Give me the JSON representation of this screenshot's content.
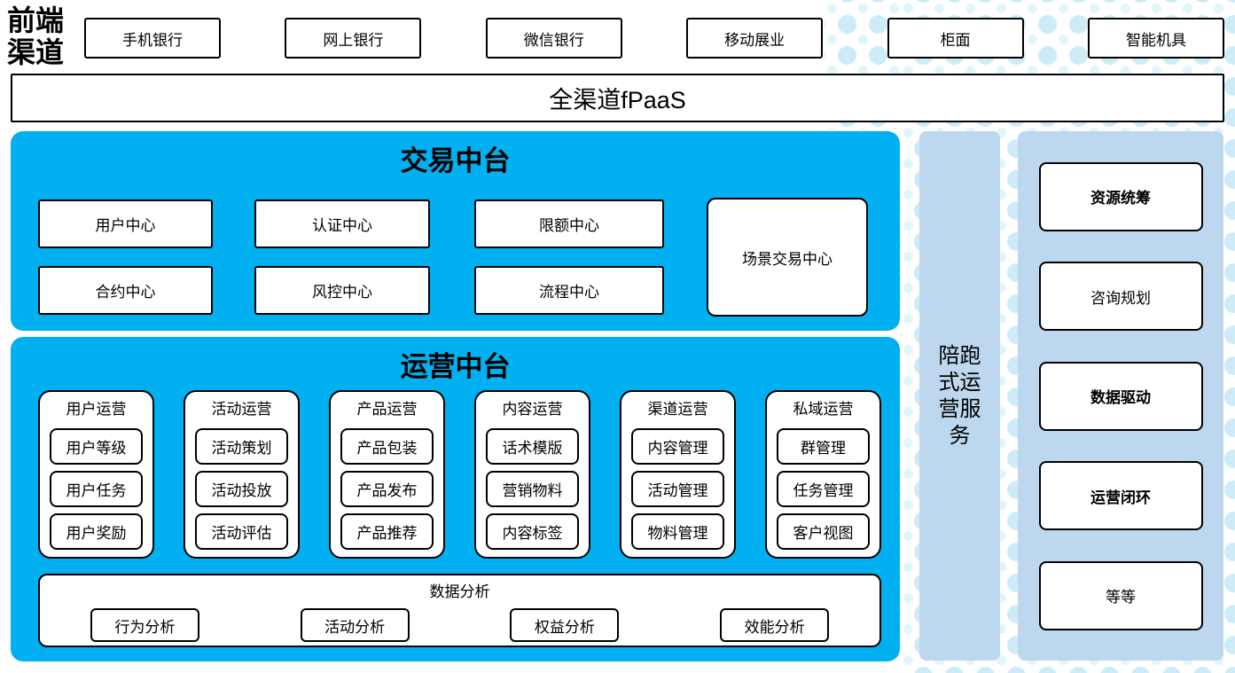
{
  "colors": {
    "primary_blue": "#00b0f0",
    "light_blue": "#bdd7ee",
    "dot_light": "#e2f5fb",
    "dot_mid": "#cdecf8"
  },
  "front_channels": {
    "label": "前端渠道",
    "items": [
      "手机银行",
      "网上银行",
      "微信银行",
      "移动展业",
      "柜面",
      "智能机具"
    ]
  },
  "fpaas": {
    "label": "全渠道fPaaS"
  },
  "trading": {
    "title": "交易中台",
    "grid_items": [
      "用户中心",
      "认证中心",
      "限额中心",
      "合约中心",
      "风控中心",
      "流程中心"
    ],
    "tall_item": "场景交易中心"
  },
  "operations": {
    "title": "运营中台",
    "columns": [
      {
        "header": "用户运营",
        "items": [
          "用户等级",
          "用户任务",
          "用户奖励"
        ]
      },
      {
        "header": "活动运营",
        "items": [
          "活动策划",
          "活动投放",
          "活动评估"
        ]
      },
      {
        "header": "产品运营",
        "items": [
          "产品包装",
          "产品发布",
          "产品推荐"
        ]
      },
      {
        "header": "内容运营",
        "items": [
          "话术模版",
          "营销物料",
          "内容标签"
        ]
      },
      {
        "header": "渠道运营",
        "items": [
          "内容管理",
          "活动管理",
          "物料管理"
        ]
      },
      {
        "header": "私域运营",
        "items": [
          "群管理",
          "任务管理",
          "客户视图"
        ]
      }
    ],
    "analysis": {
      "title": "数据分析",
      "items": [
        "行为分析",
        "活动分析",
        "权益分析",
        "效能分析"
      ]
    }
  },
  "side_bar": {
    "label": "陪跑式运营服务"
  },
  "services": {
    "items": [
      {
        "label": "资源统筹",
        "bold": true
      },
      {
        "label": "咨询规划",
        "bold": false
      },
      {
        "label": "数据驱动",
        "bold": true
      },
      {
        "label": "运营闭环",
        "bold": true
      },
      {
        "label": "等等",
        "bold": false
      }
    ]
  }
}
